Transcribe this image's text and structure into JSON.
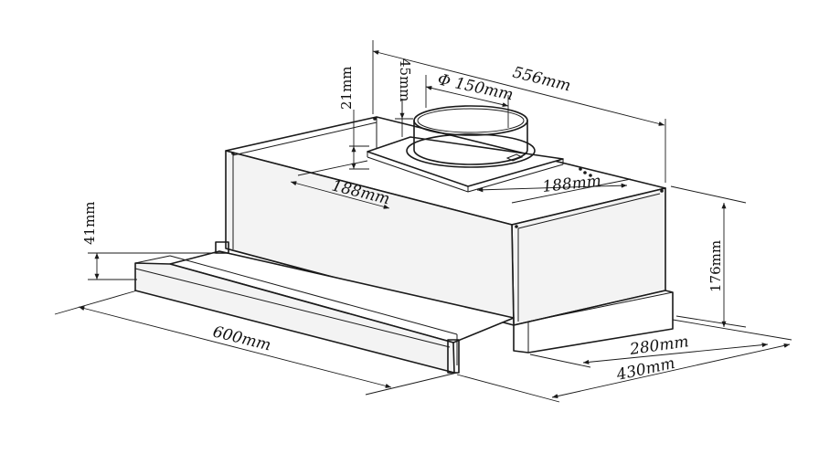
{
  "dimensions": {
    "diameter": "Φ 150mm",
    "depth_total": "556mm",
    "offset_45": "45mm",
    "offset_21": "21mm",
    "span_left": "188mm",
    "span_right": "188mm",
    "visor_height": "41mm",
    "height": "176mm",
    "depth_280": "280mm",
    "depth_430": "430mm",
    "width": "600mm"
  }
}
